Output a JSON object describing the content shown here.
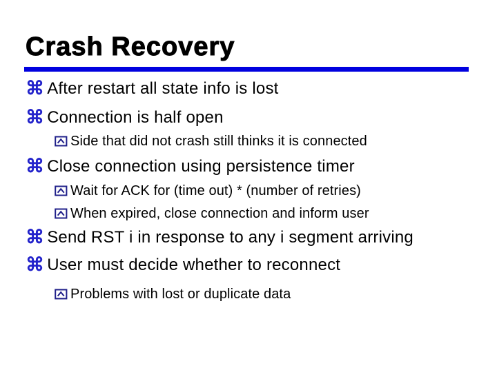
{
  "slide": {
    "title": "Crash Recovery",
    "bullets": [
      {
        "level": 1,
        "text": "After restart all state info is lost"
      },
      {
        "level": 1,
        "text": "Connection is half open"
      },
      {
        "level": 2,
        "text": "Side that did not crash still thinks it is connected"
      },
      {
        "level": 1,
        "text": "Close connection using persistence timer"
      },
      {
        "level": 2,
        "text": "Wait for ACK for (time out) * (number of retries)"
      },
      {
        "level": 2,
        "text": "When expired, close connection and inform user"
      },
      {
        "level": 1,
        "text": "Send RST i in response to any i segment arriving"
      },
      {
        "level": 1,
        "text": "User must decide whether to reconnect"
      },
      {
        "level": 2,
        "text": "Problems with lost or duplicate data"
      }
    ],
    "icons": {
      "level1_bullet_char": "⌘",
      "level1_bullet_name": "command-bullet-icon",
      "level2_bullet_name": "boxed-up-caret-bullet-icon"
    },
    "colors": {
      "background": "#ffffff",
      "title_text": "#000000",
      "title_rule": "#0101df",
      "body_text": "#000000",
      "level1_bullet": "#2323cb",
      "level2_bullet": "#20208a"
    }
  }
}
